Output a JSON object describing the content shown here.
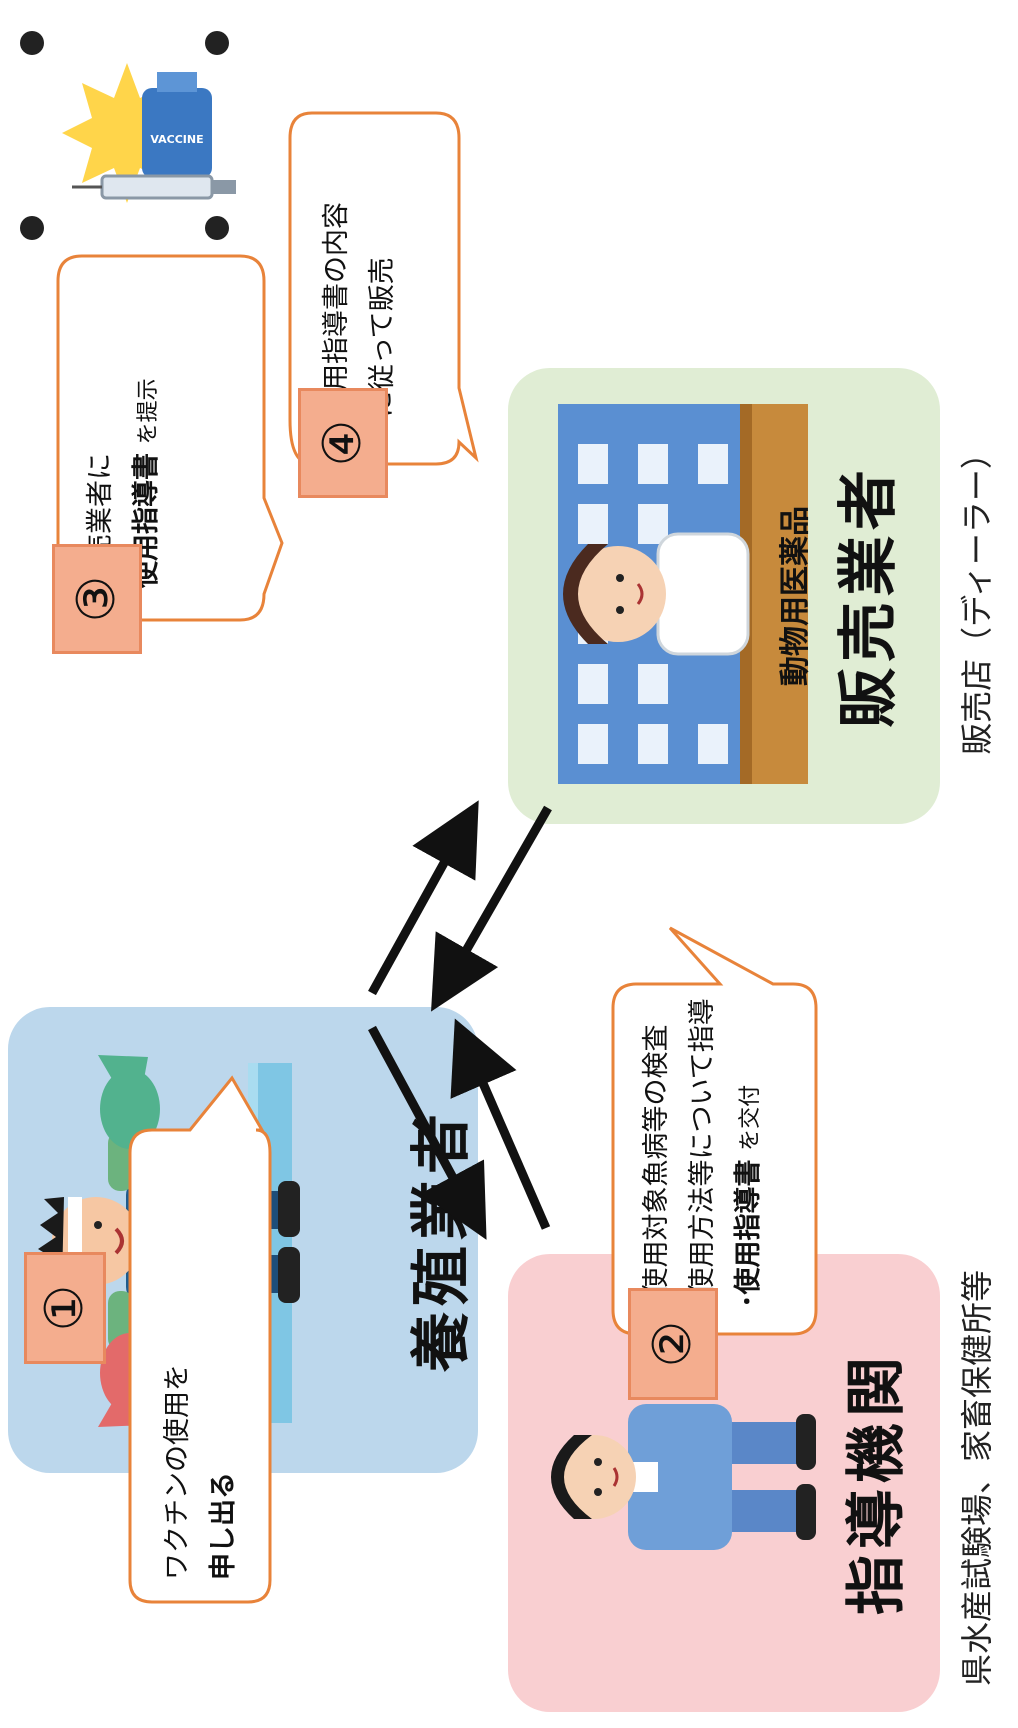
{
  "actors": {
    "farmer": {
      "label": "養殖業者"
    },
    "dealer": {
      "label_small": "動物用医薬品",
      "label": "販売業者",
      "subtitle": "販売店（ディーラー）"
    },
    "guidance": {
      "label": "指導機関",
      "subtitle": "県水産試験場、家畜保健所等"
    }
  },
  "steps": [
    {
      "number": "①",
      "lines": [
        "ワクチンの使用を",
        "申し出る"
      ]
    },
    {
      "number": "②",
      "lines": [
        "･使用対象魚病等の検査",
        "･使用方法等について指導",
        "･使用指導書",
        "を交付"
      ]
    },
    {
      "number": "③",
      "lines": [
        "販売業者に",
        "使用指導書",
        "を提示"
      ]
    },
    {
      "number": "④",
      "lines": [
        "使用指導書の内容",
        "に従って販売"
      ]
    }
  ],
  "illustration": {
    "vaccine_label": "VACCINE"
  },
  "colors": {
    "farmer_box": "#bcd7ec",
    "dealer_box": "#e0edd4",
    "guidance_box": "#f9cfd1",
    "bubble_border": "#e8833a",
    "number_fill": "#f4ad8e"
  }
}
